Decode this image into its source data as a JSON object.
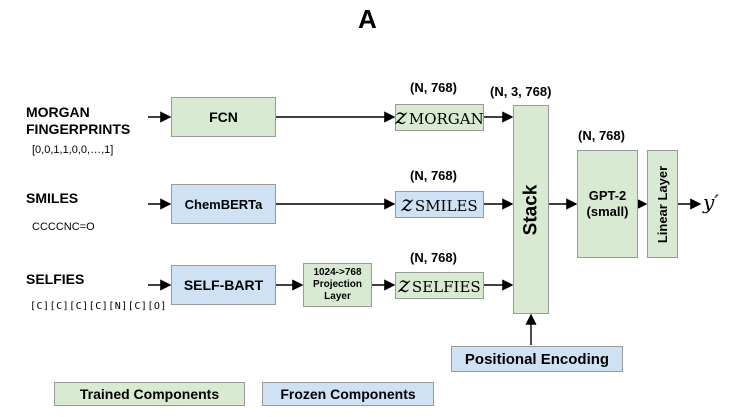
{
  "panel_label": "A",
  "inputs": {
    "morgan": {
      "title_line1": "MORGAN",
      "title_line2": "FINGERPRINTS",
      "example": "[0,0,1,1,0,0,…,1]"
    },
    "smiles": {
      "title": "SMILES",
      "example": "CCCCNC=O"
    },
    "selfies": {
      "title": "SELFIES",
      "example": "[C][C][C][C][N][C][O]"
    }
  },
  "encoders": {
    "fcn": "FCN",
    "chemberta": "ChemBERTa",
    "selfbart": "SELF-BART"
  },
  "projection": {
    "line1": "1024->768",
    "line2": "Projection",
    "line3": "Layer"
  },
  "embeddings": {
    "morgan": {
      "symbol": "z",
      "subscript": "MORGAN",
      "shape": "(N, 768)"
    },
    "smiles": {
      "symbol": "z",
      "subscript": "SMILES",
      "shape": "(N, 768)"
    },
    "selfies": {
      "symbol": "z",
      "subscript": "SELFIES",
      "shape": "(N, 768)"
    }
  },
  "stack": {
    "label": "Stack",
    "shape": "(N, 3, 768)"
  },
  "gpt2": {
    "line1": "GPT-2",
    "line2": "(small)",
    "shape": "(N, 768)"
  },
  "linear": {
    "label": "Linear Layer"
  },
  "output": {
    "symbol": "y′"
  },
  "positional_encoding": {
    "label": "Positional Encoding"
  },
  "legend": {
    "trained": "Trained Components",
    "frozen": "Frozen Components"
  },
  "colors": {
    "trained": "#d9ead3",
    "frozen": "#cfe2f3",
    "border": "#9a9a9a"
  }
}
